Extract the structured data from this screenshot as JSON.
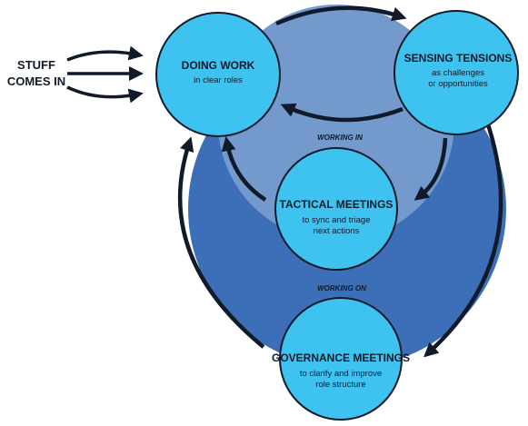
{
  "input_label": {
    "line1": "STUFF",
    "line2": "COMES IN"
  },
  "nodes": {
    "doing_work": {
      "title": "DOING WORK",
      "subtitle_lines": [
        "in clear roles"
      ]
    },
    "sensing_tensions": {
      "title": "SENSING TENSIONS",
      "subtitle_lines": [
        "as challenges",
        "or opportunities"
      ]
    },
    "tactical_meetings": {
      "title": "TACTICAL MEETINGS",
      "subtitle_lines": [
        "to sync and triage",
        "next actions"
      ]
    },
    "governance_meetings": {
      "title": "GOVERNANCE MEETINGS",
      "subtitle_lines": [
        "to clarify and improve",
        "role structure"
      ]
    }
  },
  "zones": {
    "working_in": "WORKING IN",
    "working_on": "WORKING ON"
  },
  "colors": {
    "node_fill": "#3ec3f0",
    "inner_circle": "#7399cd",
    "outer_circle": "#3c6fb8",
    "arrow": "#111a2a",
    "text": "#111a2a"
  }
}
